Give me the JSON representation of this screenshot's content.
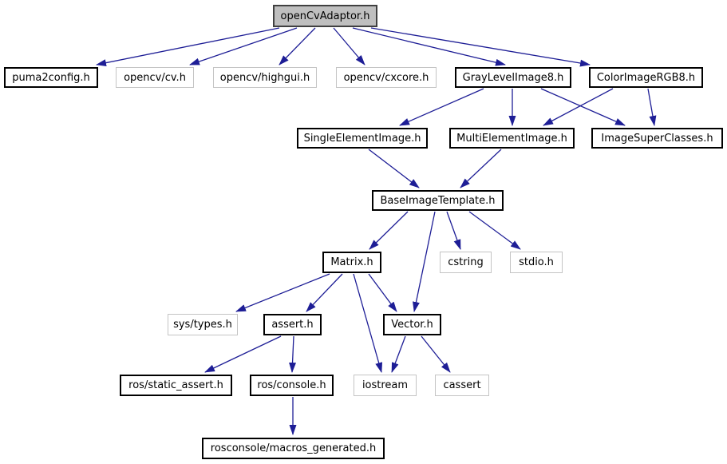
{
  "diagram": {
    "kind": "include-dependency-graph",
    "root_label": "openCvAdaptor.h"
  },
  "colors": {
    "background": "#ffffff",
    "edge": "#1e1e96",
    "root_fill": "#bfbfbf",
    "root_border": "#404040",
    "linked_border": "#000000",
    "external_border": "#c4c4c4",
    "text": "#000000"
  },
  "nodes": [
    {
      "id": "opencvadaptor",
      "label": "openCvAdaptor.h",
      "kind": "root"
    },
    {
      "id": "puma2config",
      "label": "puma2config.h",
      "kind": "linked"
    },
    {
      "id": "opencv_cv",
      "label": "opencv/cv.h",
      "kind": "external"
    },
    {
      "id": "opencv_highgui",
      "label": "opencv/highgui.h",
      "kind": "external"
    },
    {
      "id": "opencv_cxcore",
      "label": "opencv/cxcore.h",
      "kind": "external"
    },
    {
      "id": "graylevelimage8",
      "label": "GrayLevelImage8.h",
      "kind": "linked"
    },
    {
      "id": "colorimagergb8",
      "label": "ColorImageRGB8.h",
      "kind": "linked"
    },
    {
      "id": "singleelementimage",
      "label": "SingleElementImage.h",
      "kind": "linked"
    },
    {
      "id": "multielementimage",
      "label": "MultiElementImage.h",
      "kind": "linked"
    },
    {
      "id": "imagesuperclasses",
      "label": "ImageSuperClasses.h",
      "kind": "linked"
    },
    {
      "id": "baseimagetemplate",
      "label": "BaseImageTemplate.h",
      "kind": "linked"
    },
    {
      "id": "matrix",
      "label": "Matrix.h",
      "kind": "linked"
    },
    {
      "id": "cstring",
      "label": "cstring",
      "kind": "external"
    },
    {
      "id": "stdio",
      "label": "stdio.h",
      "kind": "external"
    },
    {
      "id": "sys_types",
      "label": "sys/types.h",
      "kind": "external"
    },
    {
      "id": "assert",
      "label": "assert.h",
      "kind": "linked"
    },
    {
      "id": "vector",
      "label": "Vector.h",
      "kind": "linked"
    },
    {
      "id": "ros_static_assert",
      "label": "ros/static_assert.h",
      "kind": "linked"
    },
    {
      "id": "ros_console",
      "label": "ros/console.h",
      "kind": "linked"
    },
    {
      "id": "iostream",
      "label": "iostream",
      "kind": "external"
    },
    {
      "id": "cassert",
      "label": "cassert",
      "kind": "external"
    },
    {
      "id": "rosconsole_macros_generated",
      "label": "rosconsole/macros_generated.h",
      "kind": "linked"
    }
  ],
  "edges": [
    {
      "from": "opencvadaptor",
      "to": "puma2config"
    },
    {
      "from": "opencvadaptor",
      "to": "opencv_cv"
    },
    {
      "from": "opencvadaptor",
      "to": "opencv_highgui"
    },
    {
      "from": "opencvadaptor",
      "to": "opencv_cxcore"
    },
    {
      "from": "opencvadaptor",
      "to": "graylevelimage8"
    },
    {
      "from": "opencvadaptor",
      "to": "colorimagergb8"
    },
    {
      "from": "graylevelimage8",
      "to": "singleelementimage"
    },
    {
      "from": "graylevelimage8",
      "to": "multielementimage"
    },
    {
      "from": "graylevelimage8",
      "to": "imagesuperclasses"
    },
    {
      "from": "colorimagergb8",
      "to": "multielementimage"
    },
    {
      "from": "colorimagergb8",
      "to": "imagesuperclasses"
    },
    {
      "from": "singleelementimage",
      "to": "baseimagetemplate"
    },
    {
      "from": "multielementimage",
      "to": "baseimagetemplate"
    },
    {
      "from": "baseimagetemplate",
      "to": "matrix"
    },
    {
      "from": "baseimagetemplate",
      "to": "vector"
    },
    {
      "from": "baseimagetemplate",
      "to": "cstring"
    },
    {
      "from": "baseimagetemplate",
      "to": "stdio"
    },
    {
      "from": "matrix",
      "to": "sys_types"
    },
    {
      "from": "matrix",
      "to": "assert"
    },
    {
      "from": "matrix",
      "to": "iostream"
    },
    {
      "from": "matrix",
      "to": "vector"
    },
    {
      "from": "assert",
      "to": "ros_static_assert"
    },
    {
      "from": "assert",
      "to": "ros_console"
    },
    {
      "from": "vector",
      "to": "iostream"
    },
    {
      "from": "vector",
      "to": "cassert"
    },
    {
      "from": "ros_console",
      "to": "rosconsole_macros_generated"
    }
  ]
}
